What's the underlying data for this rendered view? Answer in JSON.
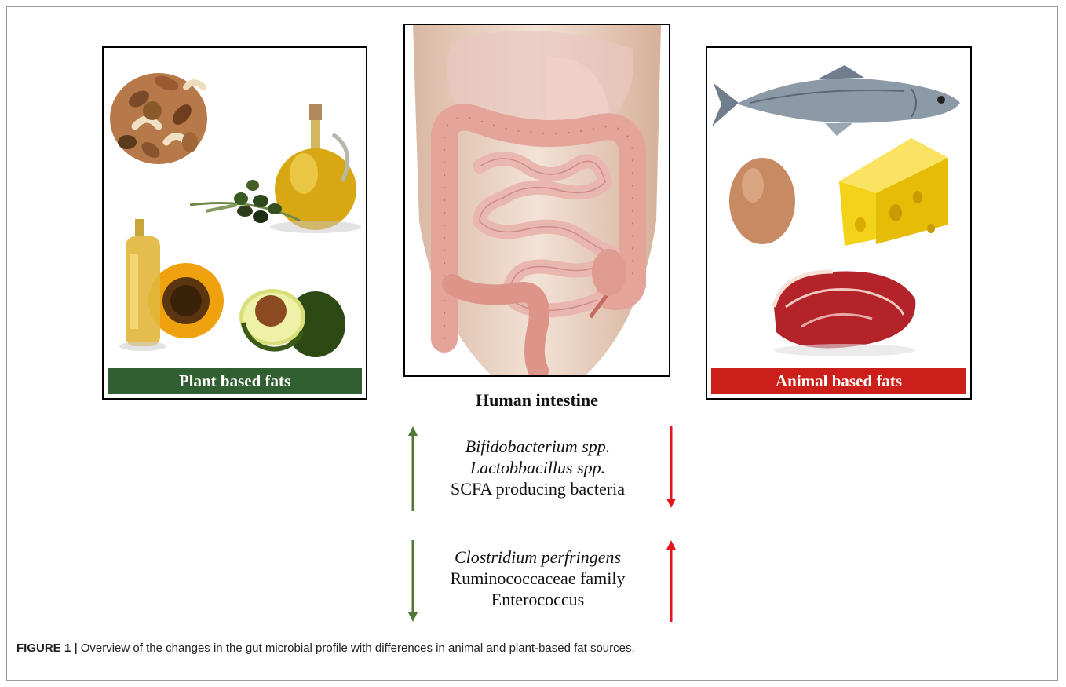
{
  "panels": {
    "plant": {
      "label": "Plant based fats",
      "label_color": "#325f32",
      "items": [
        "nuts-icon",
        "olive-oil-bottle-icon",
        "olives-icon",
        "sunflower-oil-icon",
        "avocado-icon"
      ]
    },
    "intestine": {
      "title": "Human intestine",
      "image": "intestine-illustration"
    },
    "animal": {
      "label": "Animal based fats",
      "label_color": "#cc1f1a",
      "items": [
        "fish-icon",
        "egg-icon",
        "cheese-icon",
        "meat-icon"
      ]
    }
  },
  "effects": {
    "group1": {
      "lines": [
        "Bifidobacterium spp.",
        "Lactobbacillus spp.",
        "SCFA producing bacteria"
      ],
      "plant_effect": "increase",
      "animal_effect": "decrease"
    },
    "group2": {
      "lines": [
        "Clostridium perfringens",
        "Ruminococcaceae family",
        "Enterococcus"
      ],
      "plant_effect": "decrease",
      "animal_effect": "increase"
    },
    "colors": {
      "plant_arrow": "#4e7a32",
      "animal_arrow": "#e8141c"
    }
  },
  "caption": {
    "label": "FIGURE 1 |",
    "text": "Overview of the changes in the gut microbial profile with differences in animal and plant-based fat sources."
  }
}
